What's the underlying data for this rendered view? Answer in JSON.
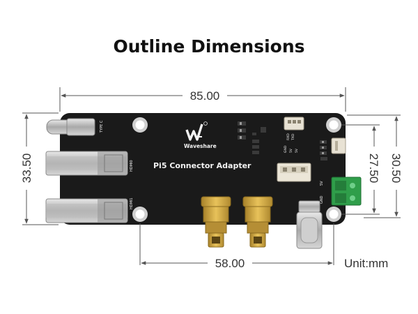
{
  "title": "Outline Dimensions",
  "board": {
    "name": "Pi5 Connector Adapter",
    "brand": "Waveshare",
    "silk": {
      "type_c": "TYPE C",
      "hdmi0": "HDMI0",
      "hdmi1": "HDMI1",
      "gnd": "GND",
      "v5": "5V",
      "rxd": "RXD",
      "txd": "TXD"
    }
  },
  "dimensions": {
    "width_total": "85.00",
    "width_holes": "58.00",
    "height_total": "33.50",
    "height_holes": "27.50",
    "height_right": "30.50",
    "unit": "Unit:mm"
  },
  "colors": {
    "pcb": "#1a1a1a",
    "gold": "#c9a13c",
    "dimension_line": "#555555",
    "terminal": "#2f9e4a"
  }
}
